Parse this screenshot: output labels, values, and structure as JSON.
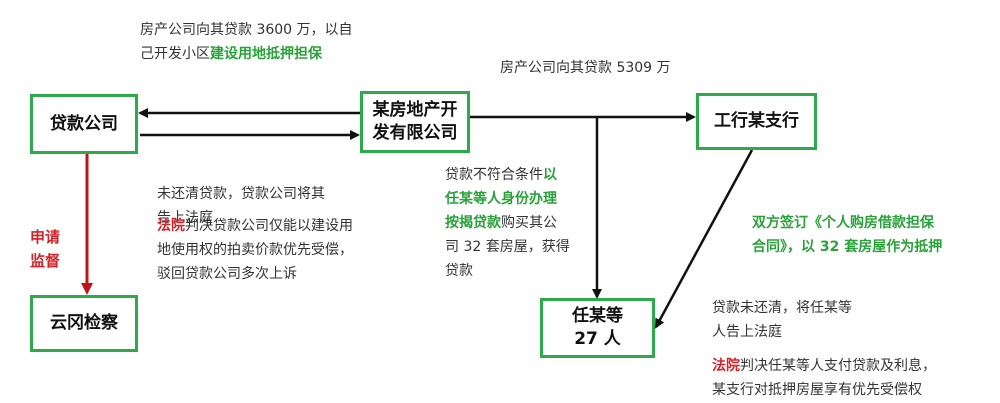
{
  "boxes": {
    "loan_company": "贷款公司",
    "developer": "某房地产开\n发有限公司",
    "bank": "工行某支行",
    "procuratorate": "云冈检察",
    "borrowers_line1": "任某等",
    "borrowers_line2": "27 人"
  },
  "notes": {
    "top_left_1": "房产公司向其贷款 3600 万，以自",
    "top_left_2a": "己开发小区",
    "top_left_2b": "建设用地抵押担保",
    "top_right": "房产公司向其贷款 5309 万",
    "supervision": "申请\n监督",
    "middle_left_1": "未还清贷款，贷款公司将其\n告上法庭",
    "court_1_label": "法院",
    "court_1_rest": "判决贷款公司仅能以建设用地使用权的拍卖价款优先受偿，驳回贷款公司多次上诉",
    "mid_1a": "贷款不符合条件",
    "mid_1b": "以",
    "mid_2": "任某等人身份办理",
    "mid_3a": "按揭贷款",
    "mid_3b": "购买其公",
    "mid_4": "司 32 套房屋，获得",
    "mid_5": "贷款",
    "contract": "双方签订《个人购房借款担保\n合同》，以 32 套房屋作为抵押",
    "right_1": "贷款未还清，将任某等\n人告上法庭",
    "court_2_label": "法院",
    "court_2_rest": "判决任某等人支付贷款及利息，\n某支行对抵押房屋享有优先受偿权"
  },
  "colors": {
    "box_border": "#2eaa4a",
    "red": "#d0242b",
    "green": "#2aa23a",
    "arrow": "#111111"
  }
}
